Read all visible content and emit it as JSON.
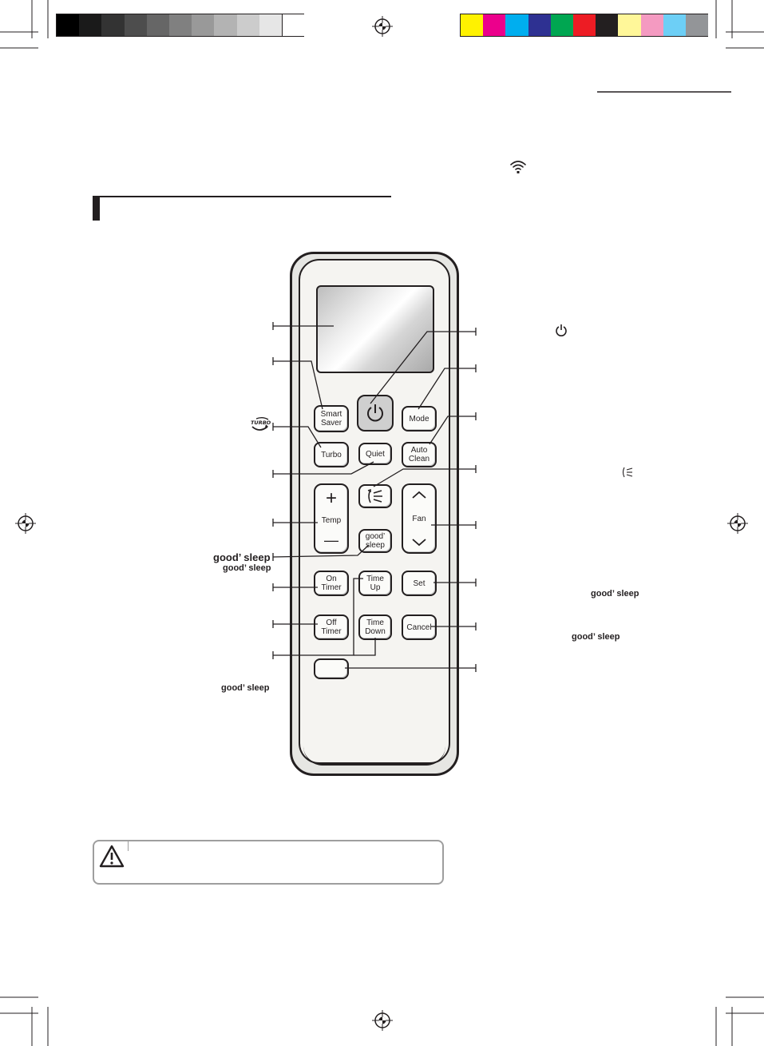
{
  "color_bar": {
    "grays": [
      "#000000",
      "#1a1a1a",
      "#333333",
      "#4d4d4d",
      "#666666",
      "#808080",
      "#999999",
      "#b3b3b3",
      "#cccccc",
      "#e6e6e6",
      "#ffffff"
    ],
    "colors": [
      "#fff200",
      "#ec008c",
      "#00aeef",
      "#2e3192",
      "#00a651",
      "#ed1c24",
      "#231f20",
      "#fff799",
      "#f49ac1",
      "#6dcff6",
      "#939598"
    ]
  },
  "remote": {
    "buttons": {
      "smart_saver": [
        "Smart",
        "Saver"
      ],
      "mode": "Mode",
      "turbo": "Turbo",
      "quiet": "Quiet",
      "auto_clean": [
        "Auto",
        "Clean"
      ],
      "temp": "Temp",
      "temp_plus": "+",
      "temp_minus": "—",
      "fan": "Fan",
      "good_sleep": [
        "good’",
        "sleep"
      ],
      "on_timer": [
        "On",
        "Timer"
      ],
      "time_up": [
        "Time",
        "Up"
      ],
      "set": "Set",
      "off_timer": [
        "Off",
        "Timer"
      ],
      "time_down": [
        "Time",
        "Down"
      ],
      "cancel": "Cancel"
    }
  },
  "labels": {
    "good_sleep_large": "good’ sleep",
    "good_sleep_small": "good’ sleep",
    "good_sleep_bottom_left": "good’ sleep",
    "good_sleep_right_1": "good’ sleep",
    "good_sleep_right_2": "good’ sleep",
    "turbo_icon_text": "TURBO"
  },
  "icons": [
    "registration-mark-icon",
    "wifi-signal-icon",
    "power-icon",
    "swing-icon",
    "turbo-icon",
    "warning-icon"
  ]
}
